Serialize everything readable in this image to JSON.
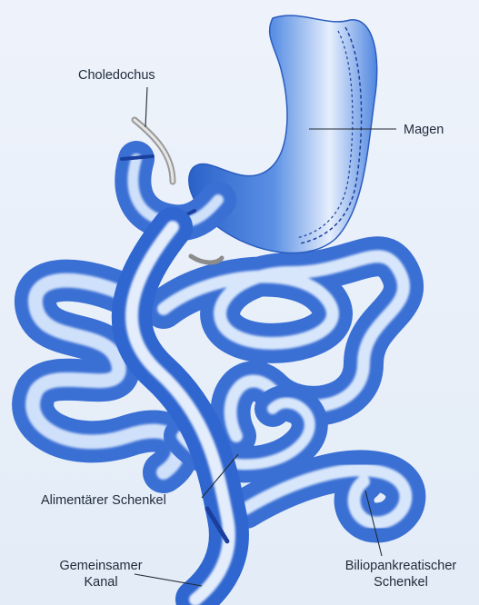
{
  "labels": {
    "choledochus": "Choledochus",
    "magen": "Magen",
    "alimentaer": "Alimentärer Schenkel",
    "gemeinsamer_line1": "Gemeinsamer",
    "gemeinsamer_line2": "Kanal",
    "biliopankreatischer_line1": "Biliopankreatischer",
    "biliopankreatischer_line2": "Schenkel"
  },
  "colors": {
    "background": "#e8f0f9",
    "organ_dark": "#2a62c9",
    "organ_mid": "#4f86e0",
    "organ_light": "#eaf1fd",
    "staple": "#1a3f9e",
    "duct": "#c9c9c9",
    "leader": "#222a35"
  }
}
